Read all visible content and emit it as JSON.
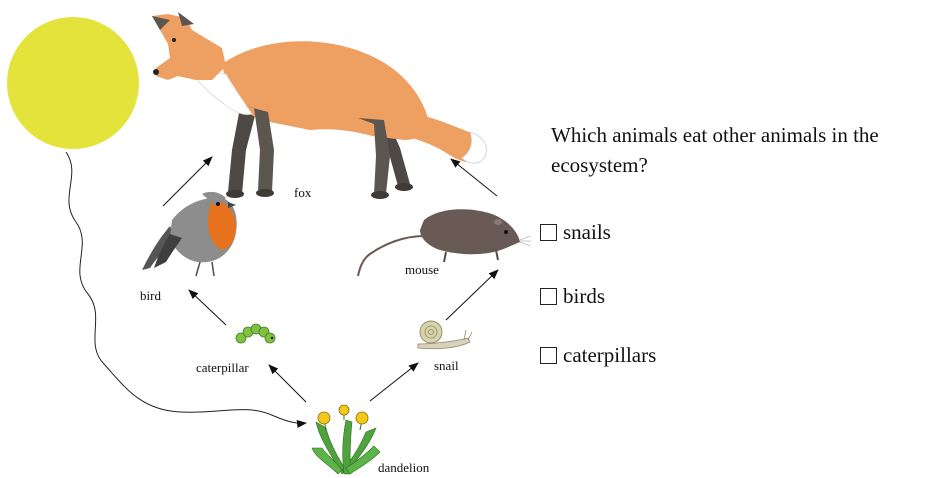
{
  "labels": {
    "fox": "fox",
    "bird": "bird",
    "mouse": "mouse",
    "caterpillar": "caterpillar",
    "snail": "snail",
    "dandelion": "dandelion"
  },
  "question": "Which animals eat other animals in the ecosystem?",
  "options": [
    {
      "label": "snails",
      "checked": false
    },
    {
      "label": "birds",
      "checked": false
    },
    {
      "label": "caterpillars",
      "checked": false
    }
  ],
  "colors": {
    "sun": "#E3E33C",
    "fox_fur": "#EE9F62",
    "fox_legs": "#5C5650",
    "robin_breast": "#E8731E",
    "bird_grey": "#8D8D8D",
    "mouse": "#6A5A55",
    "caterpillar": "#7EC242",
    "snail_shell": "#D8D3A8",
    "dandelion_leaf": "#4FA23D",
    "dandelion_flower": "#F2C81B"
  },
  "icons": [
    "sun-icon",
    "fox-icon",
    "bird-icon",
    "mouse-icon",
    "caterpillar-icon",
    "snail-icon",
    "dandelion-icon"
  ]
}
